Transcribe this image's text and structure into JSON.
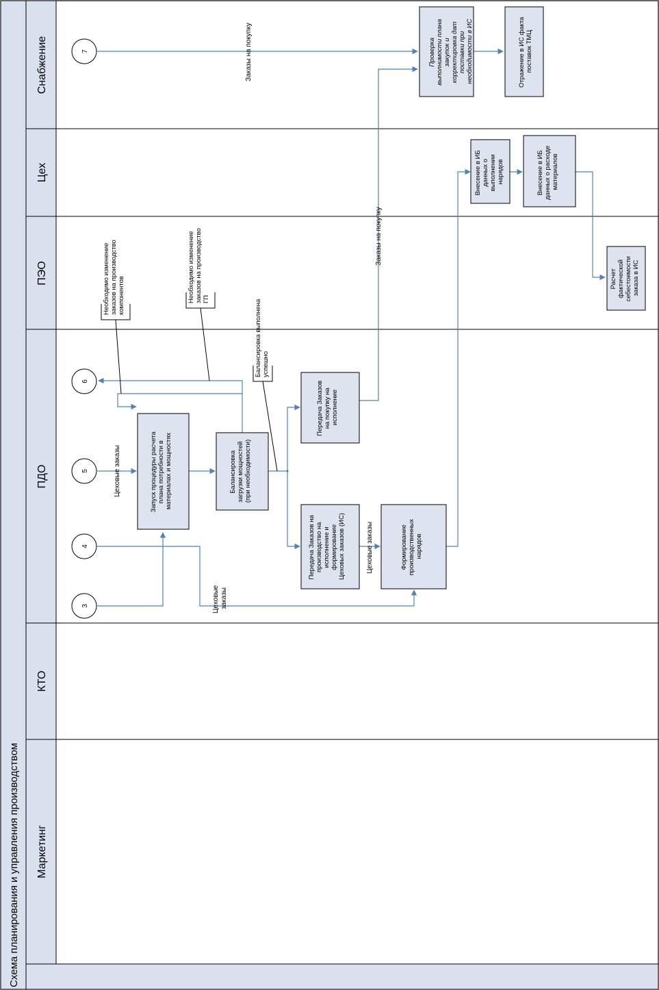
{
  "title": "Схема планирования и управления производством",
  "lanes": [
    "Снабжение",
    "Цех",
    "ПЭО",
    "ПДО",
    "КТО",
    "Маркетинг"
  ],
  "connectors": [
    "7",
    "6",
    "5",
    "4",
    "3"
  ],
  "processes": {
    "check_plan": [
      "Проверка",
      "выполнимости плана",
      "закупок и",
      "корректировка дат",
      "поставки при",
      "необходимости в ИС"
    ],
    "supply_fact": [
      "Отражение в ИС факта",
      "поставок ТМЦ"
    ],
    "orders_done": [
      "Внесение в ИБ",
      "данных о",
      "выполнении",
      "нарядов"
    ],
    "material_use": [
      "Внесение в ИБ",
      "данных о расходе",
      "материалов"
    ],
    "actual_cost": [
      "Расчет",
      "фактической",
      "себестоимости",
      "заказа в ИС"
    ],
    "purchase_transfer": [
      "Передача Заказов",
      "на покупку на",
      "исполнение"
    ],
    "calc_procedure": [
      "Запуск процедуры расчета",
      "плана потребности в",
      "материалах и мощностях"
    ],
    "balancing": [
      "Балансировка",
      "загрузки мощностей",
      "(при необходимости)"
    ],
    "production_transfer": [
      "Передача Заказов на",
      "производство на",
      "исполнение и",
      "формирование",
      "Цеховых заказов (ИС)"
    ],
    "work_orders": [
      "Формирование",
      "производственных",
      "нарядов"
    ]
  },
  "edge_labels": {
    "purchase_orders_top": "Заказы на покупку",
    "purchase_orders_mid": "Заказы на покупку",
    "workshop_orders_5": "Цеховые заказы",
    "workshop_orders_mid": "Цеховые заказы",
    "workshop_orders_low": [
      "Цеховые",
      "заказы"
    ]
  },
  "annotations": {
    "components": [
      "Необходимо изменение",
      "заказов на производство",
      "компонентов"
    ],
    "gp": [
      "Необходимо изменение",
      "заказов на производство",
      "ГП"
    ],
    "balance_ok": [
      "Балансировка выполнена",
      "успешно"
    ]
  },
  "colors": {
    "lane_header": "#d9e1ee",
    "process_fill": "#dde4ef",
    "flow_line": "#4f81bd",
    "border": "#000000"
  }
}
